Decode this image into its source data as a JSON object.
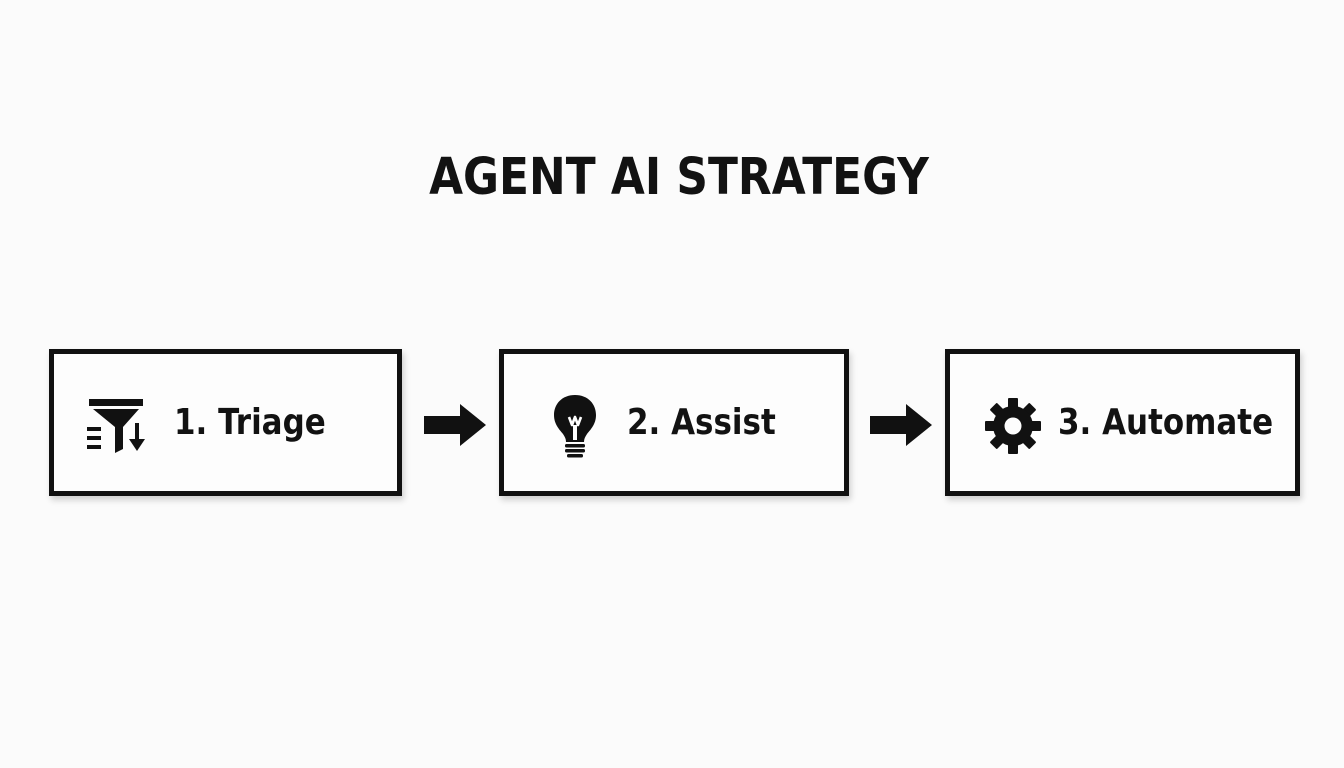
{
  "title": "AGENT AI STRATEGY",
  "steps": [
    {
      "label": "1. Triage",
      "icon": "funnel-sort-icon"
    },
    {
      "label": "2. Assist",
      "icon": "lightbulb-icon"
    },
    {
      "label": "3. Automate",
      "icon": "gear-icon"
    }
  ],
  "colors": {
    "background": "#fbfbfb",
    "ink": "#111111"
  }
}
